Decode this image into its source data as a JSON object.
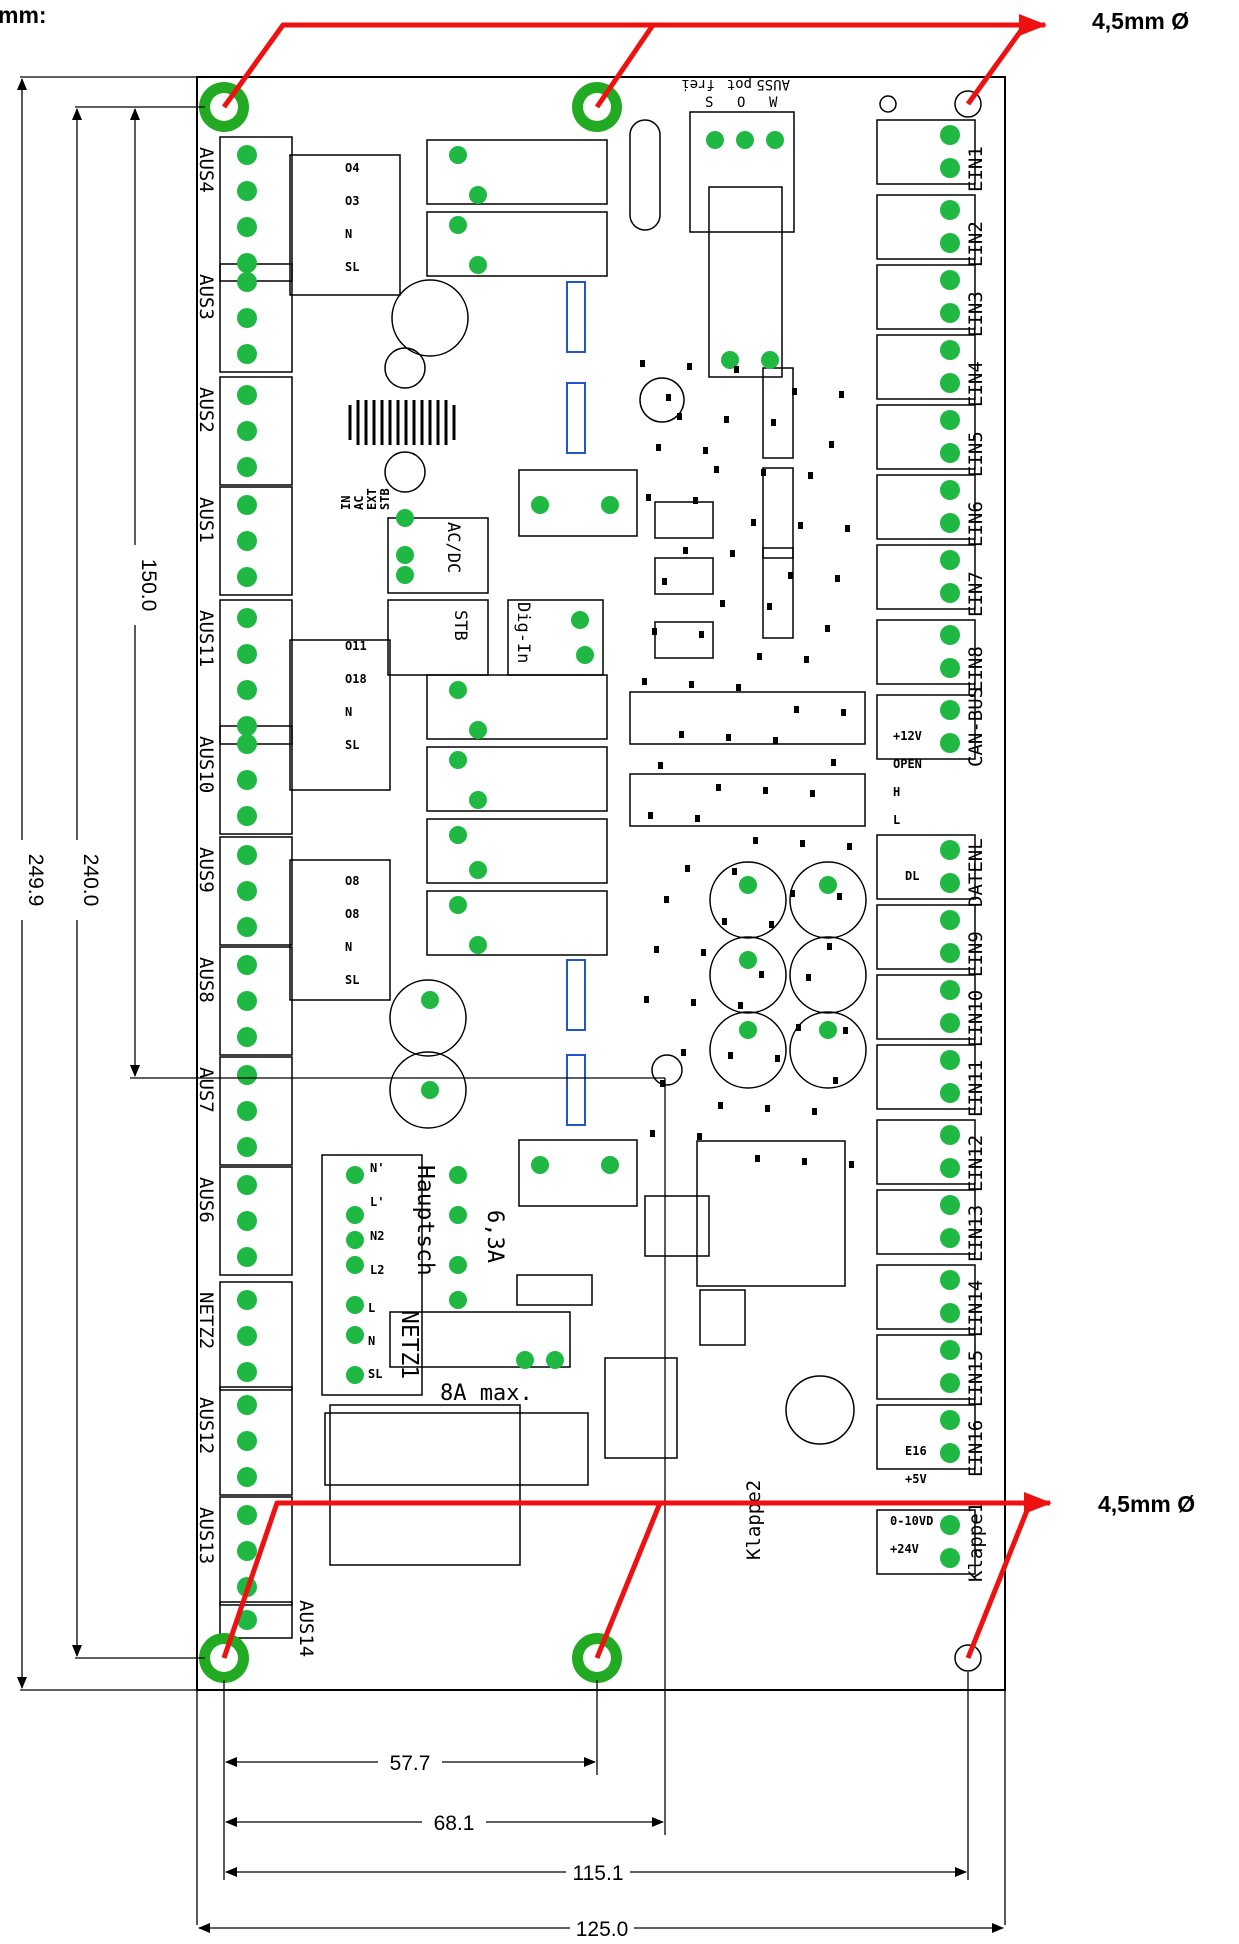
{
  "header": {
    "units_fragment": "mm:"
  },
  "callouts": {
    "top_hole": "4,5mm Ø",
    "bottom_hole": "4,5mm Ø"
  },
  "dimensions": {
    "v1": "150.0",
    "v2": "240.0",
    "v3": "249.9",
    "h1": "57.7",
    "h2": "68.1",
    "h3": "115.1",
    "h4": "125.0"
  },
  "left_terminals": [
    "AUS4",
    "AUS3",
    "AUS2",
    "AUS1",
    "AUS11",
    "AUS10",
    "AUS9",
    "AUS8",
    "AUS7",
    "AUS6",
    "NETZ2",
    "AUS12",
    "AUS13",
    "AUS14"
  ],
  "right_terminals": [
    "EIN1",
    "EIN2",
    "EIN3",
    "EIN4",
    "EIN5",
    "EIN6",
    "EIN7",
    "EIN8",
    "CAN-BUS",
    "DATENL",
    "EIN9",
    "EIN10",
    "EIN11",
    "EIN12",
    "EIN13",
    "EIN14",
    "EIN15",
    "EIN16",
    "Klappe1"
  ],
  "labels": {
    "hauptsch": "Hauptsch",
    "netz1": "NETZ1",
    "fuse1": "6,3A",
    "fuse2": "8A max.",
    "stb": "STB",
    "acdc": "AC/DC",
    "dig_in": "Dig-In",
    "klappe2": "Klappe2",
    "aus5_pins": [
      "AUS5",
      "pot",
      "frei"
    ],
    "aus5_letters": [
      "S",
      "O",
      "W"
    ],
    "aus4_pins": [
      "O4",
      "O3",
      "N",
      "SL"
    ],
    "aus11_pins": [
      "O11",
      "O18",
      "N",
      "SL"
    ],
    "aus9_pins": [
      "O8",
      "O8",
      "N",
      "SL"
    ],
    "haupt_pins": [
      "N'",
      "L'",
      "N2",
      "L2"
    ],
    "netz_pins": [
      "L",
      "N",
      "SL"
    ],
    "can_pins": [
      "+12V",
      "OPEN",
      "H",
      "L"
    ],
    "dl_pin": "DL",
    "ein16_pins": [
      "E16",
      "+5V"
    ],
    "klappe_pins": [
      "0-10VD",
      "+24V"
    ],
    "stb_pins": [
      "IN",
      "AC",
      "EXT",
      "STB"
    ]
  }
}
